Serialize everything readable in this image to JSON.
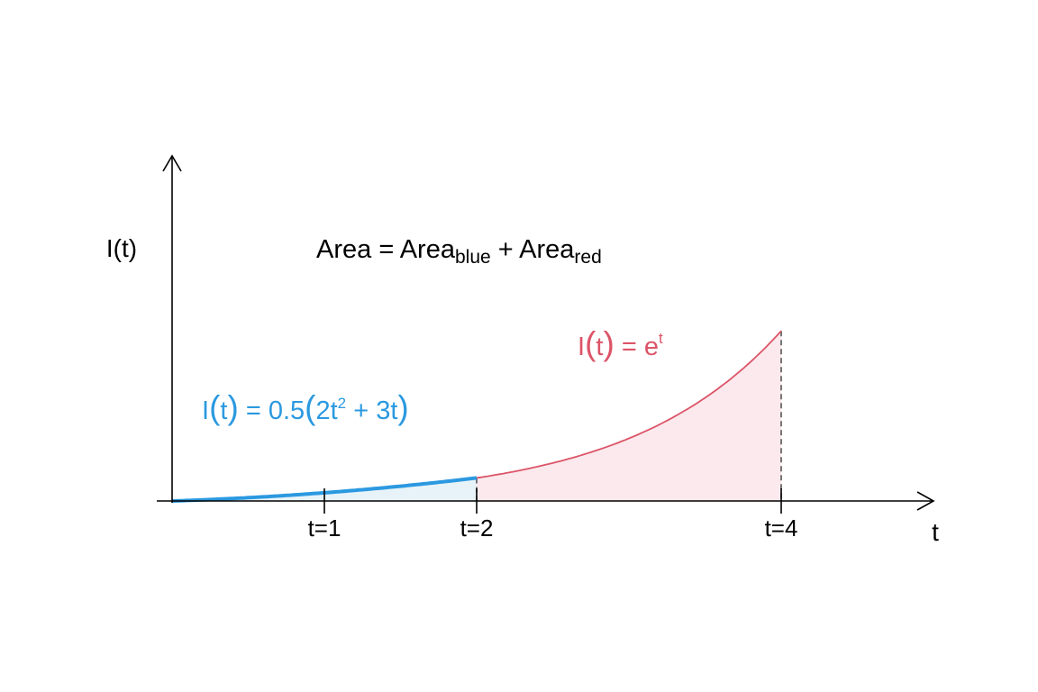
{
  "chart_data": {
    "type": "area",
    "xlabel": "t",
    "ylabel": "I(t)",
    "xlim": [
      -0.1,
      5.0
    ],
    "ylim": [
      -0.02,
      0.38
    ],
    "y_scale_note": "",
    "ticks": [
      "t=1",
      "t=2",
      "t=4"
    ],
    "tick_values": [
      1,
      2,
      4
    ],
    "annotation": {
      "area": "Area",
      "equals": " = ",
      "area_blue": "Area",
      "blue_sub": "blue",
      "plus": " + ",
      "area_red": "Area",
      "red_sub": "red"
    },
    "series": [
      {
        "formula": {
          "prefix": "I",
          "open": "(",
          "var": "t",
          "close": ")",
          "mid": " = 0.5",
          "open2": "(",
          "body1": "2t",
          "sup": "2",
          "body2": " + 3t",
          "close2": ")"
        },
        "color": "#2b99e0",
        "fill": "#e7f3f8",
        "domain": [
          0,
          2
        ],
        "x": [
          0,
          0.25,
          0.5,
          0.75,
          1.0,
          1.25,
          1.5,
          1.75,
          2.0
        ],
        "y": [
          0,
          0.0017,
          0.004,
          0.0069,
          0.0104,
          0.0145,
          0.0193,
          0.0246,
          0.0306
        ]
      },
      {
        "formula": {
          "prefix": "I",
          "open": "(",
          "var": "t",
          "close": ")",
          "mid": " = e",
          "sup": "t"
        },
        "color": "#dc5468",
        "fill": "#fbe9ed",
        "domain": [
          2,
          4
        ],
        "x": [
          2.0,
          2.5,
          3.0,
          3.5,
          4.0
        ],
        "y": [
          0.0306,
          0.0504,
          0.0831,
          0.1371,
          0.226
        ]
      }
    ]
  }
}
